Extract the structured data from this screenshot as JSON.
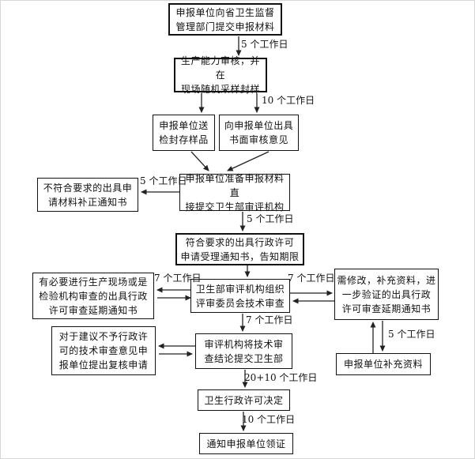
{
  "flowchart": {
    "accent_color": "#111111",
    "background_color": "#ffffff",
    "nodes": {
      "submit_provincial": "申报单位向省卫生监督\n管理部门提交申报材料",
      "capacity_review": "生产能力审核，并在\n现场随机采样封样",
      "send_samples": "申报单位送\n检封存样品",
      "written_opinion": "向申报单位出具\n书面审核意见",
      "correction_notice": "不符合要求的出具申\n请材料补正通知书",
      "prepare_materials": "申报单位准备申报材料直\n接提交卫生部审评机构",
      "acceptance_notice": "符合要求的出具行政许可\n申请受理通知书，告知期限",
      "site_review_delay": "有必要进行生产现场或是\n检验机构审查的出具行政\n许可审查延期通知书",
      "technical_review": "卫生部审评机构组织\n评审委员会技术审查",
      "supplement_delay": "需修改，补充资料，进\n一步验证的出具行政\n许可审查延期通知书",
      "reconsideration_request": "对于建议不予行政许\n可的技术审查意见申\n报单位提出复核申请",
      "submit_conclusion": "审评机构将技术审\n查结论提交卫生部",
      "supplement_materials": "申报单位补充资料",
      "license_decision": "卫生行政许可决定",
      "notify_certificate": "通知申报单位领证"
    },
    "edge_labels": {
      "submit_to_capacity": "5 个工作日",
      "capacity_to_opinion": "10 个工作日",
      "prepare_to_correction": "5 个工作日",
      "prepare_to_acceptance": "5 个工作日",
      "review_to_site_delay": "7 个工作日",
      "review_to_supplement_delay": "7 个工作日",
      "review_to_conclusion": "7 个工作日",
      "delay_to_supplement": "5 个工作日",
      "conclusion_to_decision": "20+10 个工作日",
      "decision_to_notify": "10 个工作日"
    }
  }
}
